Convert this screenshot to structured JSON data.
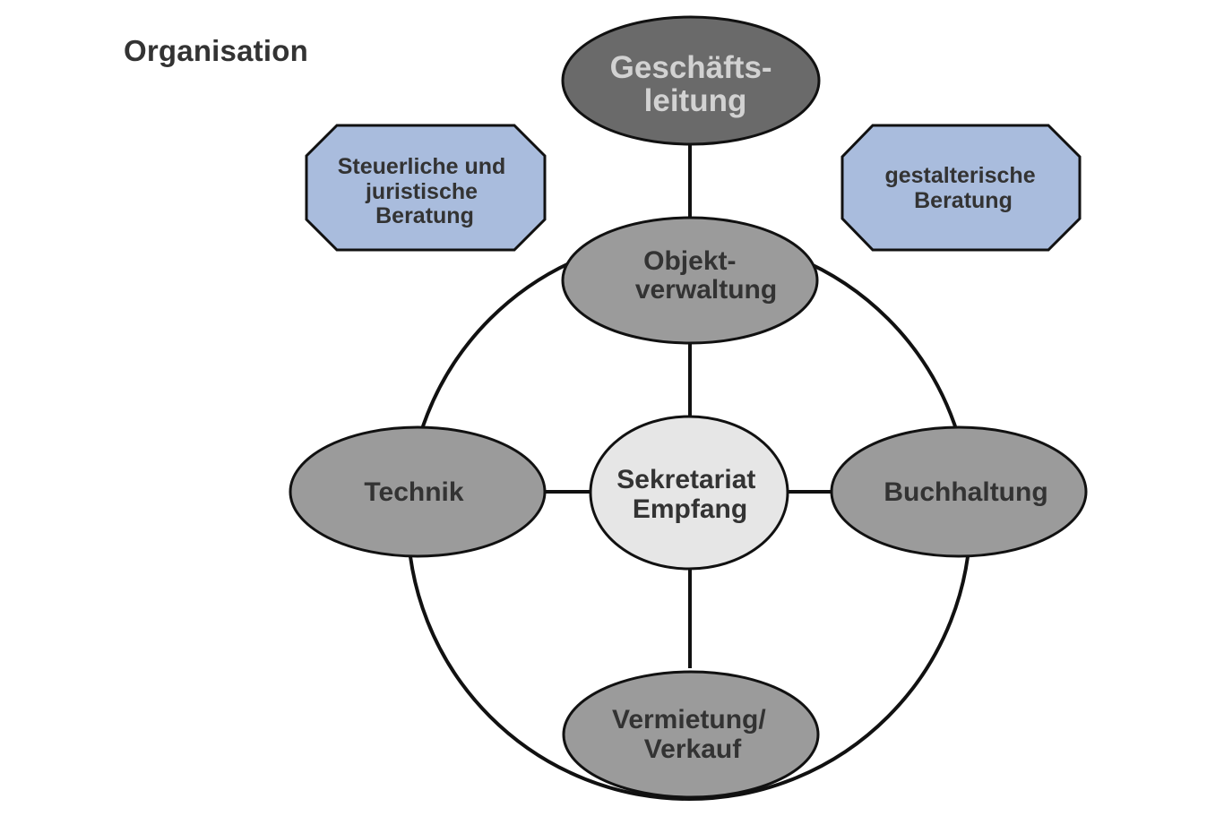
{
  "page": {
    "title": "Organisation"
  },
  "colors": {
    "top_node_fill": "#6a6a6a",
    "top_node_text": "#d2d2d2",
    "dept_node_fill": "#9b9b9b",
    "center_node_fill": "#e6e6e6",
    "advisory_fill": "#a9bcdd",
    "text_dark": "#333333",
    "stroke": "#111111"
  },
  "nodes": {
    "geschaeftsleitung": {
      "line1": "Geschäfts-",
      "line2": "leitung"
    },
    "objektverwaltung": {
      "line1": "Objekt-",
      "line2": "verwaltung"
    },
    "sekretariat": {
      "line1": "Sekretariat",
      "line2": "Empfang"
    },
    "technik": {
      "line1": "Technik"
    },
    "buchhaltung": {
      "line1": "Buchhaltung"
    },
    "vermietung": {
      "line1": "Vermietung/",
      "line2": "Verkauf"
    }
  },
  "advisory": {
    "steuerlich": {
      "line1": "Steuerliche und",
      "line2": "juristische",
      "line3": "Beratung"
    },
    "gestalterisch": {
      "line1": "gestalterische",
      "line2": "Beratung"
    }
  }
}
